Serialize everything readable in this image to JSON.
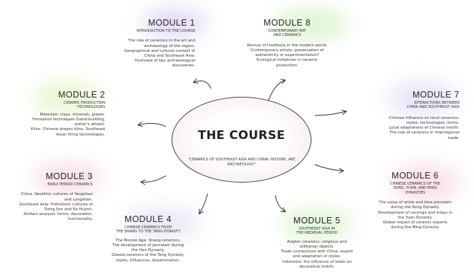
{
  "colors": {
    "stroke": "#2b2b2b"
  },
  "center": {
    "title": "THE COURSE",
    "subtitle": "\"CERAMICS OF SOUTHEAST ASIA AND CHINA: HISTORY, ART, ARCHAEOLOGY\"."
  },
  "modules": [
    {
      "title": "MODULE 1",
      "subtitle": "INTRODUCTION TO THE COURSE",
      "body": "The role of ceramics in the art and\narchaeology of the region.\nGeographical and cultural context of\nChina and Southeast Asia.\nOverview of key archaeological\ndiscoveries.",
      "glow": "#cdbcf0"
    },
    {
      "title": "MODULE 2",
      "subtitle": "CERAMIC PRODUCTION\nTECHNOLOGIES",
      "body": "Materials: clays, minerals, glazes.\nFormation techniques (hand-building,\npotter's wheel).\nKilns: Chinese dragon kilns, Southeast\nAsian firing technologies.",
      "glow": "#d9efb0"
    },
    {
      "title": "MODULE 3",
      "subtitle": "EARLY PERIOD CERAMICS",
      "body": "China: Neolithic cultures of Yangshao\nand Longshan.\nSoutheast Asia: Prehistoric cultures of\nDong Son and Sa Huynh.\nArtifact analysis: forms, decoration,\nfunctionality.",
      "glow": "#f2c4d4"
    },
    {
      "title": "MODULE 4",
      "subtitle": "CHINESE CERAMICS FROM\nTHE SHANG TO THE TANG DYNASTY",
      "body": "The Bronze Age: Shang ceramics.\nThe development of porcelain during\nthe Han Dynasty.\nGlazed ceramics of the Tang Dynasty:\nstyles, influences, dissemination.",
      "glow": "#d6d6ee"
    },
    {
      "title": "MODULE 5",
      "subtitle": "SOUTHEAST ASIA IN\nTHE MEDIEVAL PERIOD",
      "body": "Angkor ceramics: religious and\nutilitarian objects.\nTrade connections with China: export\nand adaptation of styles.\nIndonesia: the influence of Islam on\ndecorative motifs.",
      "glow": "#c7eeb4"
    },
    {
      "title": "MODULE 6",
      "subtitle": "CHINESE CERAMICS OF THE\nSONG, YUAN, AND MING\nDYNASTIES",
      "body": "The value of white and blue porcelain\nduring the Song Dynasty.\nDevelopment of carvings and inlays in\nthe Yuan Dynasty.\nGlobal impact of ceramic exports\nduring the Ming Dynasty.",
      "glow": "#f5c6d6"
    },
    {
      "title": "MODULE 7",
      "subtitle": "INTERACTIONS BETWEEN\nCHINA AND SOUTHEAST ASIA",
      "body": "Chinese influence on local ceramics:\nstyles, technologies, forms.\nLocal adaptations of Chinese motifs.\nThe role of ceramics in interregional\ntrade.",
      "glow": "#d8cdf2"
    },
    {
      "title": "MODULE 8",
      "subtitle": "CONTEMPORARY ART\nAND CERAMICS",
      "body": "Revival of traditions in the modern world.\nContemporary artists: preservation of\nauthenticity or experimentation?\nEcological initiatives in ceramic\nproduction.",
      "glow": "#c5ecb0"
    }
  ]
}
